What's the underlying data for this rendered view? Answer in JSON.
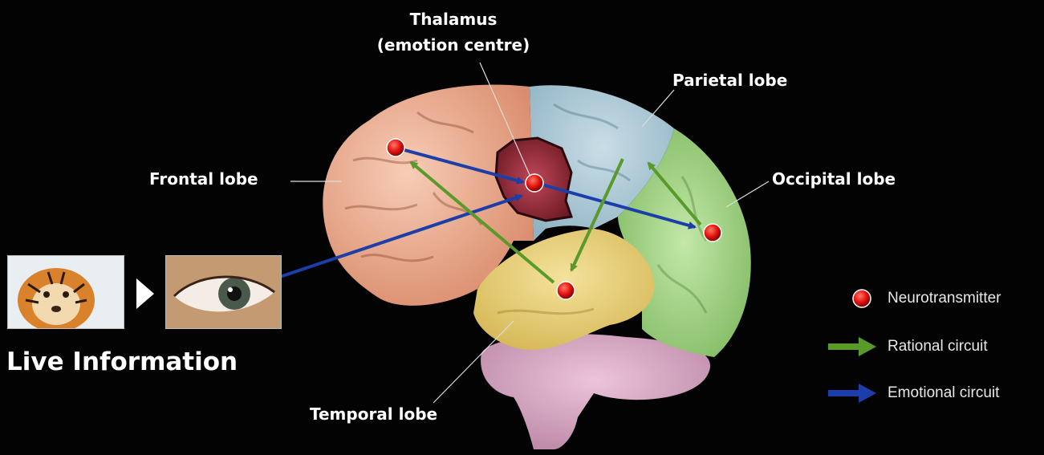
{
  "labels": {
    "thalamus_line1": "Thalamus",
    "thalamus_line2": "(emotion centre)",
    "parietal": "Parietal lobe",
    "frontal": "Frontal lobe",
    "occipital": "Occipital lobe",
    "temporal": "Temporal lobe",
    "live_information": "Live Information"
  },
  "legend": {
    "neurotransmitter": "Neurotransmitter",
    "rational": "Rational circuit",
    "emotional": "Emotional circuit"
  },
  "colors": {
    "background": "#030303",
    "neurotransmitter": "#e8130f",
    "rational_arrow": "#5a9a2c",
    "emotional_arrow": "#1c3ea8",
    "frontal_lobe": "#f0b9a0",
    "parietal_lobe": "#a9c8d6",
    "occipital_lobe": "#a8d68a",
    "temporal_lobe": "#e9d27c",
    "cerebellum": "#d9a9c4",
    "thalamus": "#8e2430"
  },
  "icons": {
    "neurotransmitter": "red-dot-icon",
    "rational": "green-arrow-icon",
    "emotional": "blue-arrow-icon",
    "tiger": "tiger-photo",
    "eye": "eye-photo",
    "play": "play-triangle-icon"
  }
}
